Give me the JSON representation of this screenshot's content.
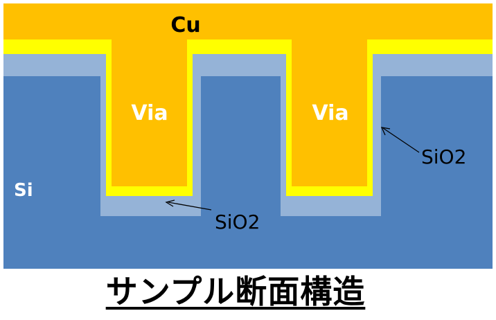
{
  "diagram": {
    "layers": {
      "cu": "Cu",
      "via_left": "Via",
      "via_right": "Via",
      "si": "Si",
      "sio2_bottom": "SiO2",
      "sio2_right": "SiO2"
    },
    "caption": "サンプル断面構造"
  },
  "colors": {
    "si": "#4f81bd",
    "sio2": "#95b3d7",
    "barrier": "#ffff00",
    "cu": "#ffc000",
    "label_light": "#ffffff",
    "label_dark": "#000000"
  }
}
